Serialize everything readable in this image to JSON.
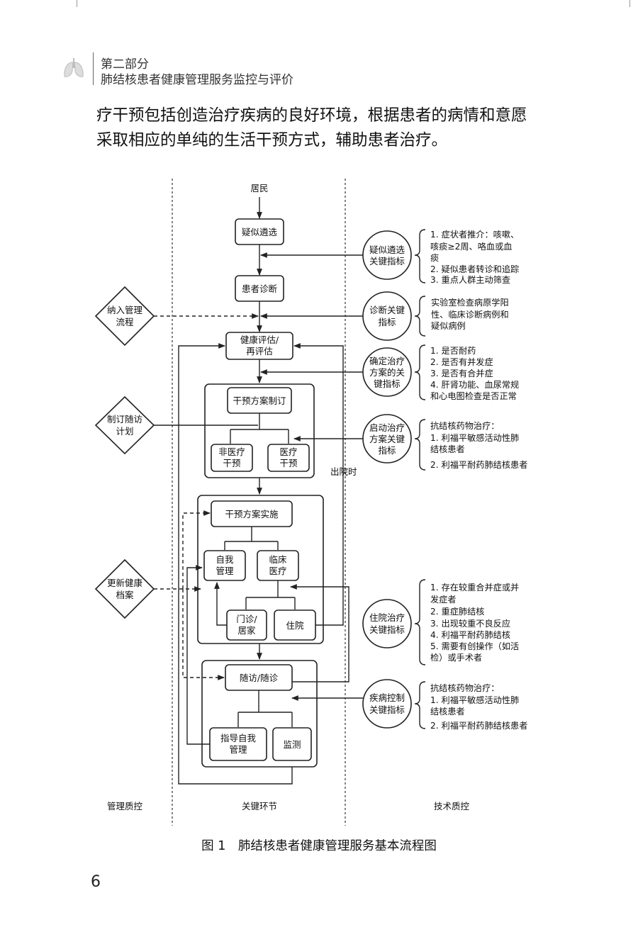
{
  "header": {
    "part": "第二部分",
    "title": "肺结核患者健康管理服务监控与评价"
  },
  "body": {
    "line1": "疗干预包括创造治疗疾病的良好环境，根据患者的病情和意愿",
    "line2": "采取相应的单纯的生活干预方式，辅助患者治疗。"
  },
  "flowchart": {
    "start": "居民",
    "nodes": {
      "yisi": "疑似遴选",
      "zhenduan": "患者诊断",
      "pinggu": [
        "健康评估/",
        "再评估"
      ],
      "fangan": "干预方案制订",
      "feiyiliao": [
        "非医疗",
        "干预"
      ],
      "yiliao": [
        "医疗",
        "干预"
      ],
      "shishi": "干预方案实施",
      "ziwo": [
        "自我",
        "管理"
      ],
      "linchuang": [
        "临床",
        "医疗"
      ],
      "menzhen": [
        "门诊/",
        "居家"
      ],
      "zhuyuan": "住院",
      "suifang": "随访/随诊",
      "zhidao": [
        "指导自我",
        "管理"
      ],
      "jiance": "监测"
    },
    "edge_label_discharge": "出院时",
    "diamonds": [
      [
        "纳入管理",
        "流程"
      ],
      [
        "制订随访",
        "计划"
      ],
      [
        "更新健康",
        "档案"
      ]
    ],
    "indicators": [
      {
        "circle": [
          "疑似遴选",
          "关键指标"
        ],
        "items": [
          "1. 症状者推介：咳嗽、",
          "咳痰≥2周、咯血或血",
          "痰",
          "2. 疑似患者转诊和追踪",
          "3. 重点人群主动筛查"
        ]
      },
      {
        "circle": [
          "诊断关键",
          "指标"
        ],
        "items": [
          "实验室检查病原学阳",
          "性、临床诊断病例和",
          "疑似病例"
        ]
      },
      {
        "circle": [
          "确定治疗",
          "方案的关",
          "键指标"
        ],
        "items": [
          "1. 是否耐药",
          "2. 是否有并发症",
          "3. 是否有合并症",
          "4. 肝肾功能、血尿常规",
          "和心电图检查是否正常"
        ]
      },
      {
        "circle": [
          "启动治疗",
          "方案关键",
          "指标"
        ],
        "items": [
          "抗结核药物治疗：",
          "1. 利福平敏感活动性肺",
          "结核患者",
          "2. 利福平耐药肺结核患者"
        ]
      },
      {
        "circle": [
          "住院治疗",
          "关键指标"
        ],
        "items": [
          "1. 存在较重合并症或并",
          "发症者",
          "2. 重症肺结核",
          "3. 出现较重不良反应",
          "4. 利福平耐药肺结核",
          "5. 需要有创操作（如活",
          "检）或手术者"
        ]
      },
      {
        "circle": [
          "疾病控制",
          "关键指标"
        ],
        "items": [
          "抗结核药物治疗：",
          "1. 利福平敏感活动性肺",
          "结核患者",
          "2. 利福平耐药肺结核患者"
        ]
      }
    ],
    "columns": [
      "管理质控",
      "关键环节",
      "技术质控"
    ]
  },
  "caption": "图 1　肺结核患者健康管理服务基本流程图",
  "page_number": "6"
}
